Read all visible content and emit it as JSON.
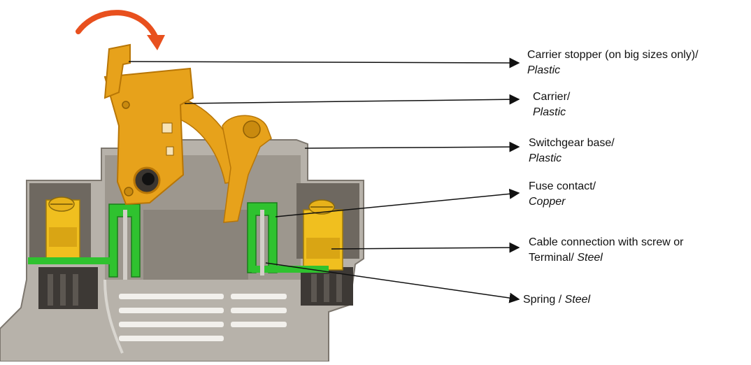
{
  "colors": {
    "housing_light": "#b7b2aa",
    "housing_mid": "#9d978e",
    "housing_dark": "#5a554f",
    "carrier": "#e7a21b",
    "carrier_dark": "#b87606",
    "contact_green": "#2fc22f",
    "contact_dark": "#1a7c1a",
    "terminal_yellow": "#f0bf1f",
    "arrow_orange": "#e8501e",
    "leader": "#111111"
  },
  "labels": [
    {
      "name": "Carrier stopper (on big sizes only)/",
      "material": "Plastic"
    },
    {
      "name": "Carrier/",
      "material": "Plastic"
    },
    {
      "name": "Switchgear base/",
      "material": "Plastic"
    },
    {
      "name": "Fuse contact/",
      "material": "Copper"
    },
    {
      "name": "Cable connection with screw or",
      "name2": "Terminal/ ",
      "material": "Steel"
    },
    {
      "name": "Spring / ",
      "material": "Steel"
    }
  ]
}
